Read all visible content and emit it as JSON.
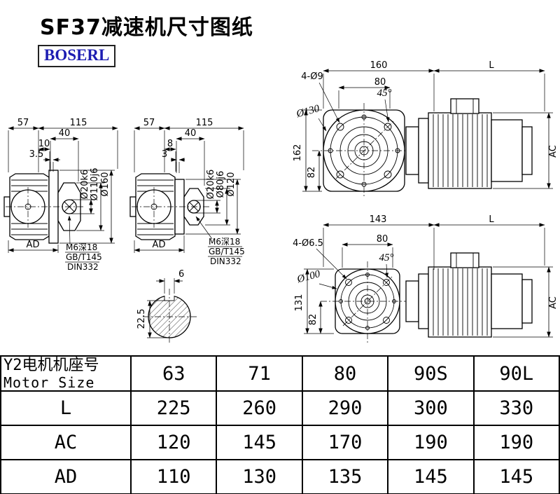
{
  "title": "SF37减速机尺寸图纸",
  "brand": "BOSERL",
  "side_view_1": {
    "dim_57": "57",
    "dim_115": "115",
    "dim_40": "40",
    "dim_10": "10",
    "dim_3_5": "3.5",
    "label_shaft": "Ø20k6",
    "label_spigot": "Ø110j6",
    "label_flange": "Ø160",
    "dim_ad": "AD",
    "note_1": "M6深18",
    "note_2": "GB/T145",
    "note_3": "DIN332"
  },
  "side_view_2": {
    "dim_57": "57",
    "dim_115": "115",
    "dim_40": "40",
    "dim_8": "8",
    "dim_3": "3",
    "label_shaft": "Ø20k6",
    "label_spigot": "Ø80j6",
    "label_flange": "Ø120",
    "dim_ad": "AD",
    "note_1": "M6深18",
    "note_2": "GB/T145",
    "note_3": "DIN332"
  },
  "front_view_1": {
    "dim_width": "160",
    "dim_l": "L",
    "dim_holes": "4-Ø9",
    "dim_pitch": "80",
    "dim_angle": "45°",
    "dim_bolt_circle": "Ø130",
    "dim_height": "162",
    "dim_center": "82",
    "dim_ac": "AC"
  },
  "front_view_2": {
    "dim_width": "143",
    "dim_l": "L",
    "dim_holes": "4-Ø6.5",
    "dim_pitch": "80",
    "dim_angle": "45°",
    "dim_bolt_circle": "Ø100",
    "dim_height": "131",
    "dim_center": "82",
    "dim_ac": "AC"
  },
  "shaft_section": {
    "dim_key_width": "6",
    "dim_depth": "22.5"
  },
  "table": {
    "row_header_line1": "Y2电机机座号",
    "row_header_line2": "Motor Size",
    "motor_sizes": [
      "63",
      "71",
      "80",
      "90S",
      "90L"
    ],
    "rows": [
      {
        "label": "L",
        "values": [
          "225",
          "260",
          "290",
          "300",
          "330"
        ]
      },
      {
        "label": "AC",
        "values": [
          "120",
          "145",
          "170",
          "190",
          "190"
        ]
      },
      {
        "label": "AD",
        "values": [
          "110",
          "130",
          "135",
          "145",
          "145"
        ]
      }
    ]
  }
}
